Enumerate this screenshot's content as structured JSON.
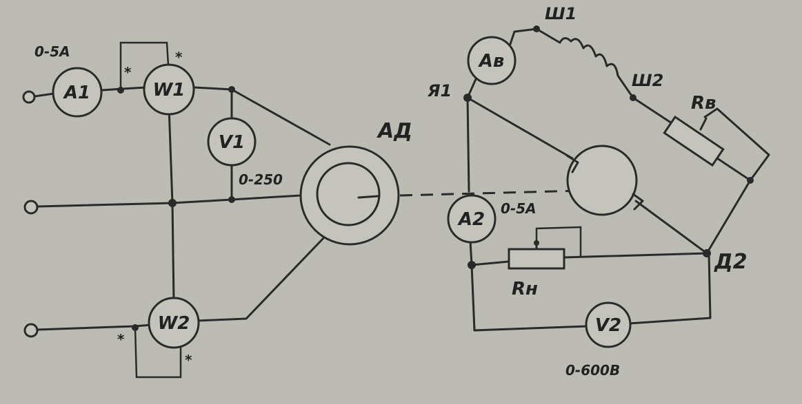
{
  "meters": {
    "a1": "A1",
    "w1": "W1",
    "v1": "V1",
    "w2": "W2",
    "av": "Aв",
    "a2": "A2",
    "v2": "V2"
  },
  "labels": {
    "range_a1": "0-5A",
    "range_v1": "0-250",
    "motor_ad": "АД",
    "ya1": "Я1",
    "sh1": "Ш1",
    "sh2": "Ш2",
    "rv": "Rв",
    "range_a2": "0-5A",
    "rn": "Rн",
    "d2": "Д2",
    "range_v2": "0-600В",
    "star": "*"
  }
}
